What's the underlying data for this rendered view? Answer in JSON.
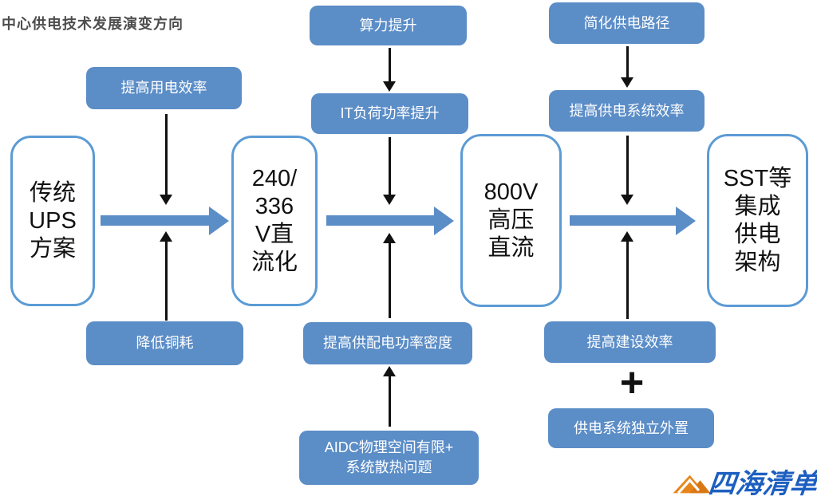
{
  "title": "中心供电技术发展演变方向",
  "stages": {
    "s1": "传统\nUPS\n方案",
    "s2": "240/\n336\nV直\n流化",
    "s3": "800V\n高压\n直流",
    "s4": "SST等\n集成\n供电\n架构"
  },
  "factors": {
    "improve_power_usage_efficiency": "提高用电效率",
    "reduce_copper_loss": "降低铜耗",
    "computing_power_increase": "算力提升",
    "it_load_power_increase": "IT负荷功率提升",
    "improve_power_distribution_density": "提高供配电功率密度",
    "aidc_space_heat": "AIDC物理空间有限+\n系统散热问题",
    "simplify_power_path": "简化供电路径",
    "improve_power_system_efficiency": "提高供电系统效率",
    "improve_construction_efficiency": "提高建设效率",
    "plus_sign": "+",
    "independent_external_power_system": "供电系统独立外置"
  },
  "logo": {
    "text": "四海清单"
  },
  "colors": {
    "blue_fill": "#5b8dc7",
    "blue_border": "#5b9bd5",
    "arrow_black": "#111111",
    "title_gray": "#4d4d4d",
    "logo_orange": "#e6861a",
    "logo_orange_dark": "#d97715",
    "logo_blue": "#1d5fc0",
    "background": "#ffffff"
  }
}
